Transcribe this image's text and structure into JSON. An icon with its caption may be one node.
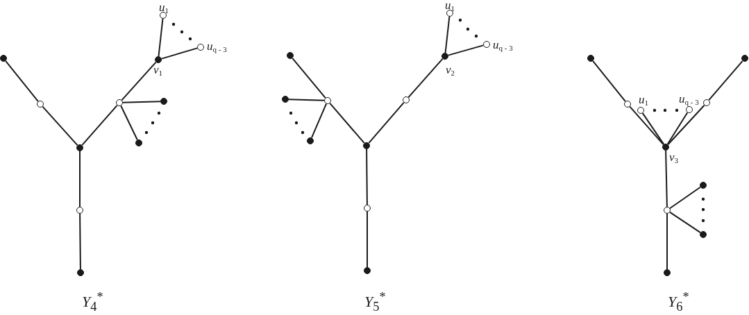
{
  "diagram": {
    "nodes": [
      {
        "text": [],
        "shape": "circle"
      },
      {
        "text": [],
        "shape": "circle"
      },
      {
        "text": [],
        "shape": "circle"
      },
      {
        "text": [],
        "shape": "circle"
      },
      {
        "text": [],
        "shape": "circle"
      },
      {
        "text": [],
        "shape": "circle"
      },
      {
        "text": [
          "*v*$_{1}$"
        ]
      },
      {
        "text": [
          "*u*$_{1}$"
        ]
      },
      {
        "text": [
          "*u*$_{q - 3}$"
        ]
      },
      {
        "text": [],
        "shape": "circle"
      },
      {
        "text": [],
        "shape": "circle"
      },
      {
        "text": [],
        "shape": "circle"
      },
      {
        "text": [],
        "shape": "circle"
      },
      {
        "text": [
          "*v*$_{2}$"
        ]
      },
      {
        "text": [
          "*u*$_{1}$"
        ]
      },
      {
        "text": [
          "*u*$_{q - 3}$"
        ]
      },
      {
        "text": [],
        "shape": "circle"
      },
      {
        "text": [],
        "shape": "circle"
      },
      {
        "text": [],
        "shape": "circle"
      },
      {
        "text": [],
        "shape": "circle"
      },
      {
        "text": [],
        "shape": "circle"
      },
      {
        "text": [],
        "shape": "circle"
      },
      {
        "text": [
          "*v*$_{3}$"
        ]
      },
      {
        "text": [],
        "shape": "circle"
      },
      {
        "text": [],
        "shape": "circle"
      },
      {
        "text": [],
        "shape": "circle"
      },
      {
        "text": [],
        "shape": "circle"
      },
      {
        "text": [
          "*u*$_{1}$"
        ]
      },
      {
        "text": [
          "*u*$_{q - 3}$"
        ]
      },
      {
        "text": [],
        "shape": "circle"
      },
      {
        "text": [],
        "shape": "circle"
      },
      {
        "text": [],
        "shape": "circle"
      },
      {
        "text": [],
        "shape": "circle"
      }
    ],
    "edges": [
      {
        "from": 0,
        "to": 1,
        "arrow": "none"
      },
      {
        "from": 1,
        "to": 2,
        "arrow": "none"
      },
      {
        "from": 0,
        "to": 3,
        "arrow": "none"
      },
      {
        "from": 3,
        "to": 4,
        "arrow": "none"
      },
      {
        "from": 0,
        "to": 5,
        "arrow": "none"
      },
      {
        "from": 5,
        "to": 6,
        "arrow": "none"
      },
      {
        "from": 6,
        "to": 7,
        "arrow": "none"
      },
      {
        "from": 6,
        "to": 8,
        "arrow": "none"
      },
      {
        "from": 5,
        "to": 9,
        "arrow": "none"
      },
      {
        "from": 5,
        "to": 10,
        "arrow": "none"
      },
      {
        "from": 11,
        "to": 12,
        "arrow": "none"
      },
      {
        "from": 12,
        "to": 13,
        "arrow": "none"
      },
      {
        "from": 13,
        "to": 14,
        "arrow": "none"
      },
      {
        "from": 13,
        "to": 15,
        "arrow": "none"
      },
      {
        "from": 11,
        "to": 16,
        "arrow": "none"
      },
      {
        "from": 16,
        "to": 17,
        "arrow": "none"
      },
      {
        "from": 16,
        "to": 18,
        "arrow": "none"
      },
      {
        "from": 16,
        "to": 19,
        "arrow": "none"
      },
      {
        "from": 11,
        "to": 20,
        "arrow": "none"
      },
      {
        "from": 20,
        "to": 21,
        "arrow": "none"
      },
      {
        "from": 22,
        "to": 23,
        "arrow": "none"
      },
      {
        "from": 23,
        "to": 24,
        "arrow": "none"
      },
      {
        "from": 22,
        "to": 25,
        "arrow": "none"
      },
      {
        "from": 25,
        "to": 26,
        "arrow": "none"
      },
      {
        "from": 22,
        "to": 27,
        "arrow": "none"
      },
      {
        "from": 22,
        "to": 28,
        "arrow": "none"
      },
      {
        "from": 22,
        "to": 29,
        "arrow": "none"
      },
      {
        "from": 29,
        "to": 30,
        "arrow": "none"
      },
      {
        "from": 29,
        "to": 31,
        "arrow": "none"
      },
      {
        "from": 29,
        "to": 32,
        "arrow": "none"
      }
    ],
    "labels": [
      "*Y*$_{4}$$^{*}$",
      "*Y*$_{5}$$^{*}$",
      "*Y*$_{6}$$^{*}$"
    ]
  }
}
